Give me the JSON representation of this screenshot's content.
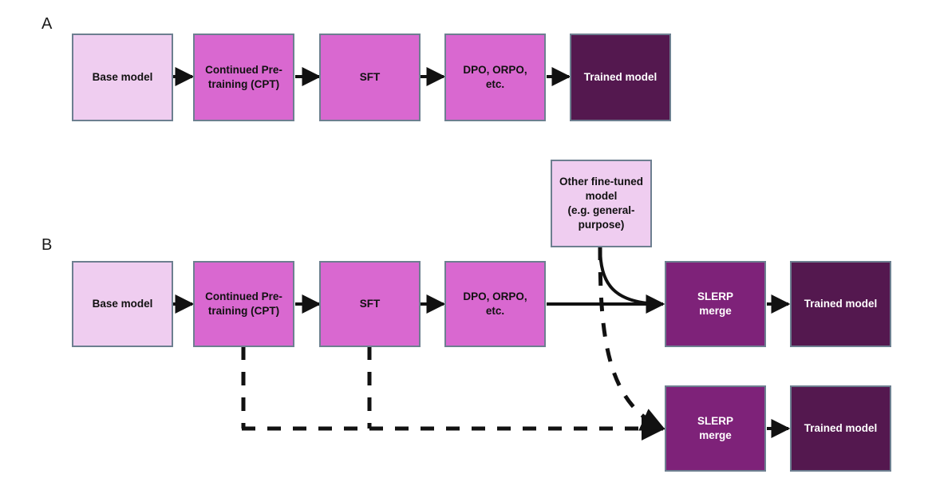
{
  "figure": {
    "panels": [
      {
        "id": "A",
        "label": "A",
        "nodes": [
          {
            "name": "base-model",
            "label": "Base model",
            "style": "light"
          },
          {
            "name": "cpt",
            "label": "Continued Pre-\ntraining (CPT)",
            "style": "mid"
          },
          {
            "name": "sft",
            "label": "SFT",
            "style": "mid"
          },
          {
            "name": "preference",
            "label": "DPO, ORPO,\netc.",
            "style": "mid"
          },
          {
            "name": "trained-model",
            "label": "Trained model",
            "style": "dark"
          }
        ]
      },
      {
        "id": "B",
        "label": "B",
        "nodes": [
          {
            "name": "base-model",
            "label": "Base model",
            "style": "light"
          },
          {
            "name": "cpt",
            "label": "Continued Pre-\ntraining (CPT)",
            "style": "mid"
          },
          {
            "name": "sft",
            "label": "SFT",
            "style": "mid"
          },
          {
            "name": "preference",
            "label": "DPO, ORPO,\netc.",
            "style": "mid"
          },
          {
            "name": "other-finetuned",
            "label": "Other fine-tuned\nmodel\n(e.g. general-\npurpose)",
            "style": "light"
          },
          {
            "name": "slerp-merge-top",
            "label": "SLERP\nmerge",
            "style": "deep"
          },
          {
            "name": "trained-model-top",
            "label": "Trained model",
            "style": "dark"
          },
          {
            "name": "slerp-merge-bottom",
            "label": "SLERP\nmerge",
            "style": "deep"
          },
          {
            "name": "trained-model-bottom",
            "label": "Trained model",
            "style": "dark"
          }
        ]
      }
    ],
    "colors": {
      "light_pink": "#efcdf0",
      "orchid": "#d968d0",
      "purple": "#7e2279",
      "dark_plum": "#54184f",
      "border": "#6d7f90",
      "connector": "#111111",
      "background": "#ffffff"
    }
  }
}
